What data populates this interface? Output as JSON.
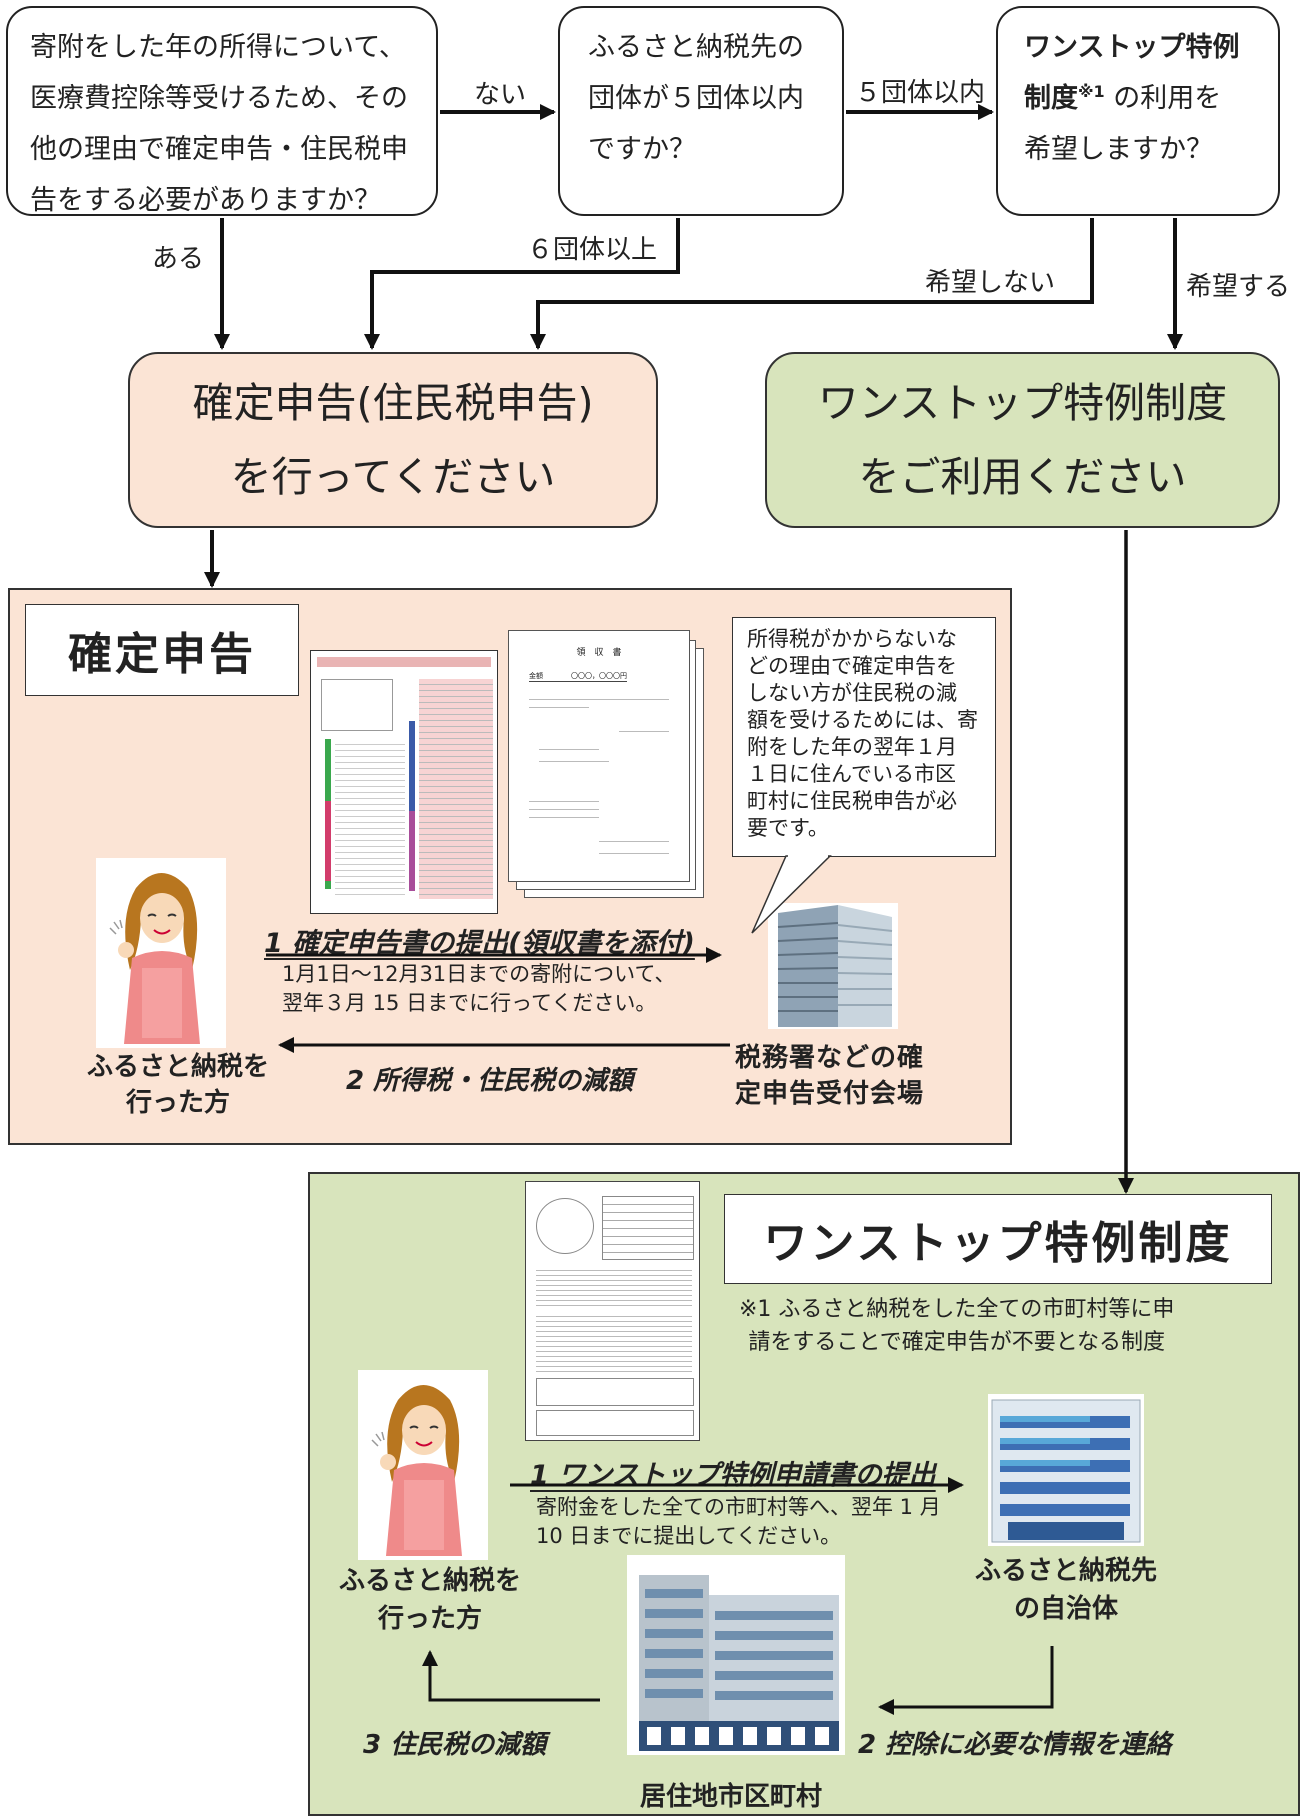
{
  "flow": {
    "q1_lines": [
      "寄附をした年の所得について、",
      "医療費控除等受けるため、その",
      "他の理由で確定申告・住民税申",
      "告をする必要がありますか？"
    ],
    "q2_lines": [
      "ふるさと納税先の",
      "団体が５団体以内",
      "ですか？"
    ],
    "q3_line1": "ワンストップ特例",
    "q3_line2_bold": "制度",
    "q3_note_mark": "※1",
    "q3_line2_rest": "の利用を",
    "q3_line3": "希望しますか？",
    "label_nai": "ない",
    "label_aru": "ある",
    "label_5dantai": "５団体以内",
    "label_6dantai": "６団体以上",
    "label_kibou_shinai": "希望しない",
    "label_kibou_suru": "希望する",
    "result_left_line1": "確定申告(住民税申告)",
    "result_left_line2": "を行ってください",
    "result_right_line1": "ワンストップ特例制度",
    "result_right_line2": "をご利用ください"
  },
  "kakutei": {
    "title": "確定申告",
    "callout_lines": [
      "所得税がかからないな",
      "どの理由で確定申告を",
      "しない方が住民税の減",
      "額を受けるためには、寄",
      "附をした年の翌年１月",
      "１日に住んでいる市区",
      "町村に住民税申告が必",
      "要です。"
    ],
    "receipt_title": "領　収　書",
    "receipt_amount": "金額　　　　〇〇〇，〇〇〇円",
    "step1": "1  確定申告書の提出(領収書を添付)",
    "step1_note_lines": [
      "1月1日～12月31日までの寄附について、",
      "翌年３月 15 日までに行ってください。"
    ],
    "step2": "2  所得税・住民税の減額",
    "person_lines": [
      "ふるさと納税を",
      "行った方"
    ],
    "office_lines": [
      "税務署などの確",
      "定申告受付会場"
    ]
  },
  "onestop": {
    "title": "ワンストップ特例制度",
    "note_lines": [
      "※1  ふるさと納税をした全ての市町村等に申",
      "請をすることで確定申告が不要となる制度"
    ],
    "step1": "1  ワンストップ特例申請書の提出",
    "step1_note_lines": [
      "寄附金をした全ての市町村等へ、翌年 1 月",
      "10 日までに提出してください。"
    ],
    "step2": "2  控除に必要な情報を連絡",
    "step3": "3  住民税の減額",
    "person_lines": [
      "ふるさと納税を",
      "行った方"
    ],
    "municipality_lines": [
      "ふるさと納税先",
      "の自治体"
    ],
    "residence": "居住地市区町村"
  }
}
